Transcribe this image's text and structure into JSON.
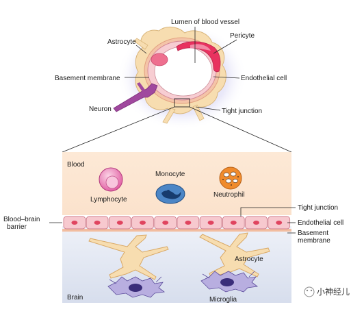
{
  "labels": {
    "lumen": "Lumen of blood vessel",
    "astrocyte_top": "Astrocyte",
    "pericyte": "Pericyte",
    "basement_membrane_top": "Basement membrane",
    "endothelial_top": "Endothelial cell",
    "neuron": "Neuron",
    "tight_junction_top": "Tight junction",
    "blood": "Blood",
    "monocyte": "Monocyte",
    "lymphocyte": "Lymphocyte",
    "neutrophil": "Neutrophil",
    "tight_junction": "Tight junction",
    "bbb_line1": "Blood–brain",
    "bbb_line2": "barrier",
    "endothelial": "Endothelial cell",
    "basement_line1": "Basement",
    "basement_line2": "membrane",
    "astrocyte": "Astrocyte",
    "brain": "Brain",
    "microglia": "Microglia"
  },
  "watermark": "小神经儿",
  "colors": {
    "blood_bg": "#fce6d2",
    "brain_bg": "#dde3f0",
    "endothelium": "#f7c9cf",
    "astrocyte": "#f7ddb0",
    "pericyte": "#e8325f",
    "neuron": "#a0489e",
    "microglia": "#b8aee0",
    "monocyte": "#2e5f9c",
    "neutrophil": "#f08b2c",
    "lymphocyte": "#e05aa0"
  }
}
